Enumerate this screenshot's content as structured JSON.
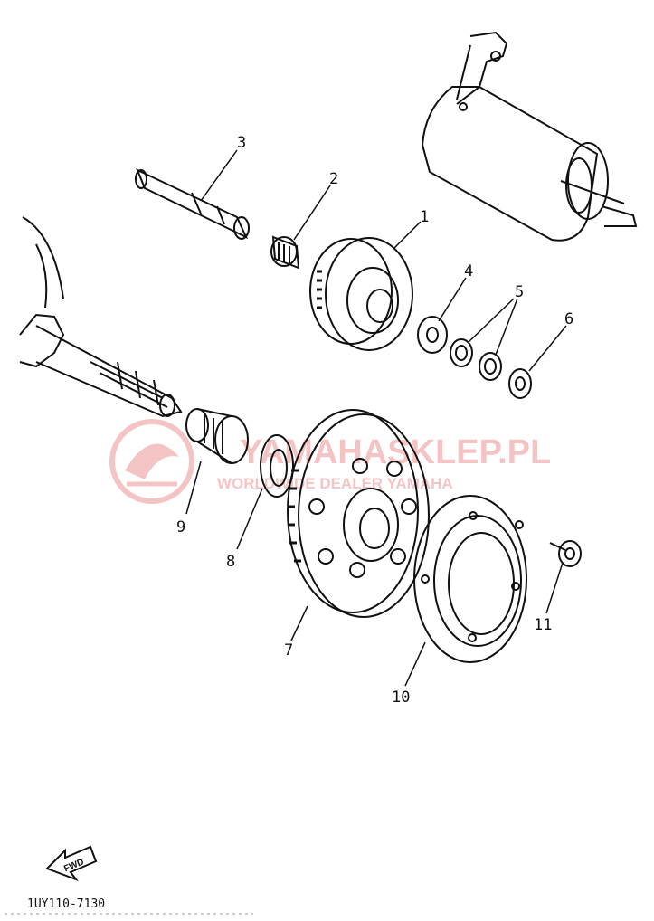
{
  "diagram": {
    "callouts": [
      "1",
      "2",
      "3",
      "4",
      "5",
      "6",
      "7",
      "8",
      "9",
      "10",
      "11"
    ],
    "fwd_label": "FWD",
    "drawing_code": "1UY110-7130",
    "watermark": {
      "brand": "YAMAHASKLEP.PL",
      "tagline": "WORLDWIDE DEALER YAMAHA",
      "color": "#e05a5a"
    },
    "line_color": "#111111"
  }
}
